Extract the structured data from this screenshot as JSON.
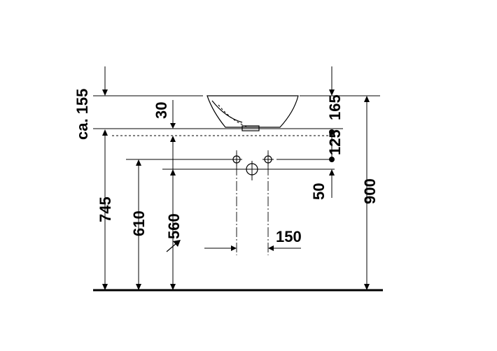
{
  "dimensions": {
    "bowl_height": "ca. 155",
    "rim_thickness": "30",
    "rim_height": "745",
    "drain_height": "610",
    "supply_height": "560",
    "tap_spacing": "150",
    "top_to_wall": "165",
    "wall_drop": "125",
    "wall_to_drain": "50",
    "overall_height": "900"
  },
  "colors": {
    "line": "#000000",
    "background": "#ffffff"
  },
  "icons": {
    "supply_pointer": "arrow-northeast-icon"
  }
}
